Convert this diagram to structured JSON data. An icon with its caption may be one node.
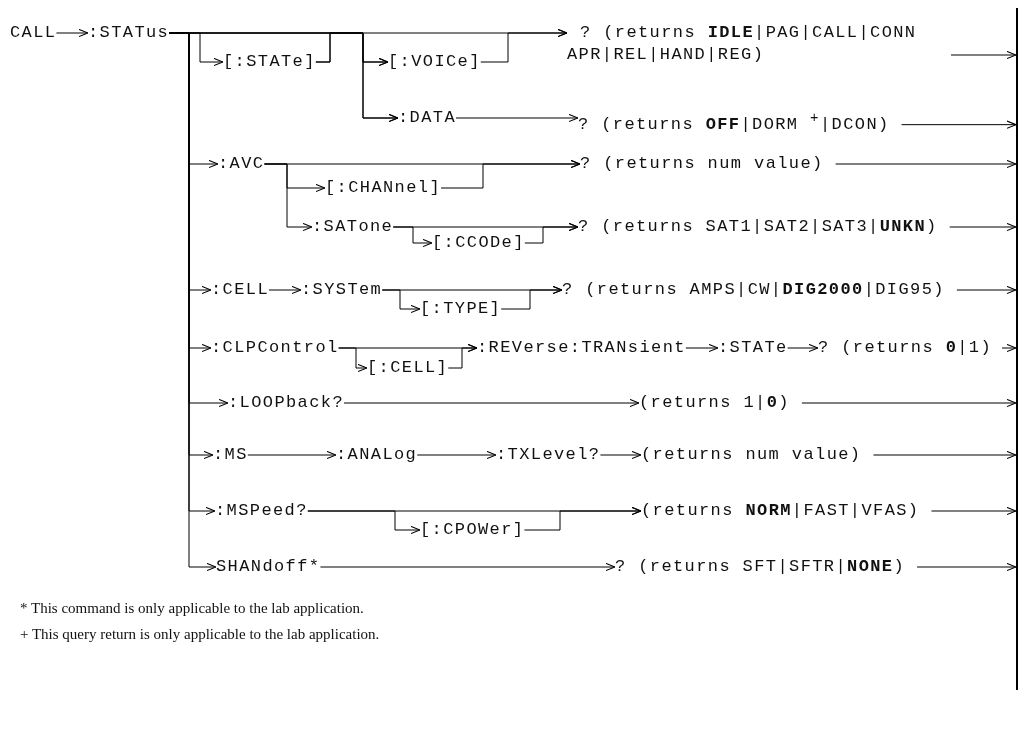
{
  "diagram": {
    "nodes": [
      {
        "text": [
          "CALL"
        ]
      },
      {
        "text": [
          ":STATus"
        ]
      },
      {
        "text": [
          "[:STATe]"
        ]
      },
      {
        "text": [
          "[:VOICe]"
        ]
      },
      {
        "text": [
          ":DATA"
        ]
      },
      {
        "text": [
          "? (returns **IDLE**|PAG|CALL|CONN APR|REL|HAND|REG)"
        ]
      },
      {
        "text": [
          "? (returns **OFF**|DORM $^{+}$|DCON)"
        ]
      },
      {
        "text": [
          ":AVC"
        ]
      },
      {
        "text": [
          "[:CHANnel]"
        ]
      },
      {
        "text": [
          ":SATone"
        ]
      },
      {
        "text": [
          "[:CCODe]"
        ]
      },
      {
        "text": [
          "? (returns num value)"
        ]
      },
      {
        "text": [
          "? (returns SAT1|SAT2|SAT3|**UNKN**)"
        ]
      },
      {
        "text": [
          ":CELL"
        ]
      },
      {
        "text": [
          ":SYSTem"
        ]
      },
      {
        "text": [
          "[:TYPE]"
        ]
      },
      {
        "text": [
          "? (returns AMPS|CW|**DIG2000**|DIG95)"
        ]
      },
      {
        "text": [
          ":CLPControl"
        ]
      },
      {
        "text": [
          "[:CELL]"
        ]
      },
      {
        "text": [
          ":REVerse:TRANsient"
        ]
      },
      {
        "text": [
          ":STATe"
        ]
      },
      {
        "text": [
          "? (returns **0**|1)"
        ]
      },
      {
        "text": [
          ":LOOPback?"
        ]
      },
      {
        "text": [
          "(returns 1|**0**)"
        ]
      },
      {
        "text": [
          ":MS"
        ]
      },
      {
        "text": [
          ":ANALog"
        ]
      },
      {
        "text": [
          ":TXLevel?"
        ]
      },
      {
        "text": [
          "(returns num value)"
        ]
      },
      {
        "text": [
          ":MSPeed?"
        ]
      },
      {
        "text": [
          "[:CPOWer]"
        ]
      },
      {
        "text": [
          "(returns **NORM**|FAST|VFAS)"
        ]
      },
      {
        "text": [
          "SHANdoff*"
        ]
      },
      {
        "text": [
          "? (returns SFT|SFTR|**NONE**)"
        ]
      },
      {
        "text": [],
        "shape": "bar"
      }
    ],
    "edges": [
      {
        "from": 0,
        "to": 1,
        "arrow": "to"
      },
      {
        "from": 1,
        "to": 2,
        "arrow": "to"
      },
      {
        "from": 2,
        "to": 3,
        "arrow": "to"
      },
      {
        "from": 2,
        "to": 4,
        "arrow": "to"
      },
      {
        "from": 1,
        "to": 3,
        "arrow": "to"
      },
      {
        "from": 1,
        "to": 4,
        "arrow": "to"
      },
      {
        "from": 3,
        "to": 5,
        "arrow": "to"
      },
      {
        "from": 1,
        "to": 5,
        "arrow": "to"
      },
      {
        "from": 4,
        "to": 6,
        "arrow": "to"
      },
      {
        "from": 5,
        "to": 33,
        "arrow": "to"
      },
      {
        "from": 6,
        "to": 33,
        "arrow": "to"
      },
      {
        "from": 1,
        "to": 7,
        "arrow": "to"
      },
      {
        "from": 7,
        "to": 8,
        "arrow": "to"
      },
      {
        "from": 8,
        "to": 11,
        "arrow": "to"
      },
      {
        "from": 7,
        "to": 11,
        "arrow": "to"
      },
      {
        "from": 7,
        "to": 9,
        "arrow": "to"
      },
      {
        "from": 9,
        "to": 10,
        "arrow": "to"
      },
      {
        "from": 10,
        "to": 12,
        "arrow": "to"
      },
      {
        "from": 9,
        "to": 12,
        "arrow": "to"
      },
      {
        "from": 11,
        "to": 33,
        "arrow": "to"
      },
      {
        "from": 12,
        "to": 33,
        "arrow": "to"
      },
      {
        "from": 1,
        "to": 13,
        "arrow": "to"
      },
      {
        "from": 13,
        "to": 14,
        "arrow": "to"
      },
      {
        "from": 14,
        "to": 15,
        "arrow": "to"
      },
      {
        "from": 15,
        "to": 16,
        "arrow": "to"
      },
      {
        "from": 14,
        "to": 16,
        "arrow": "to"
      },
      {
        "from": 16,
        "to": 33,
        "arrow": "to"
      },
      {
        "from": 1,
        "to": 17,
        "arrow": "to"
      },
      {
        "from": 17,
        "to": 18,
        "arrow": "to"
      },
      {
        "from": 18,
        "to": 19,
        "arrow": "to"
      },
      {
        "from": 17,
        "to": 19,
        "arrow": "to"
      },
      {
        "from": 19,
        "to": 20,
        "arrow": "to"
      },
      {
        "from": 20,
        "to": 21,
        "arrow": "to"
      },
      {
        "from": 21,
        "to": 33,
        "arrow": "to"
      },
      {
        "from": 1,
        "to": 22,
        "arrow": "to"
      },
      {
        "from": 22,
        "to": 23,
        "arrow": "to"
      },
      {
        "from": 23,
        "to": 33,
        "arrow": "to"
      },
      {
        "from": 1,
        "to": 24,
        "arrow": "to"
      },
      {
        "from": 24,
        "to": 25,
        "arrow": "to"
      },
      {
        "from": 25,
        "to": 26,
        "arrow": "to"
      },
      {
        "from": 26,
        "to": 27,
        "arrow": "to"
      },
      {
        "from": 27,
        "to": 33,
        "arrow": "to"
      },
      {
        "from": 1,
        "to": 28,
        "arrow": "to"
      },
      {
        "from": 28,
        "to": 29,
        "arrow": "to"
      },
      {
        "from": 29,
        "to": 30,
        "arrow": "to"
      },
      {
        "from": 28,
        "to": 30,
        "arrow": "to"
      },
      {
        "from": 30,
        "to": 33,
        "arrow": "to"
      },
      {
        "from": 1,
        "to": 31,
        "arrow": "to"
      },
      {
        "from": 31,
        "to": 32,
        "arrow": "to"
      },
      {
        "from": 32,
        "to": 33,
        "arrow": "to"
      }
    ],
    "labels": [
      "* This command is only applicable to the lab application.",
      "+ This query return is only applicable to the lab application."
    ]
  }
}
